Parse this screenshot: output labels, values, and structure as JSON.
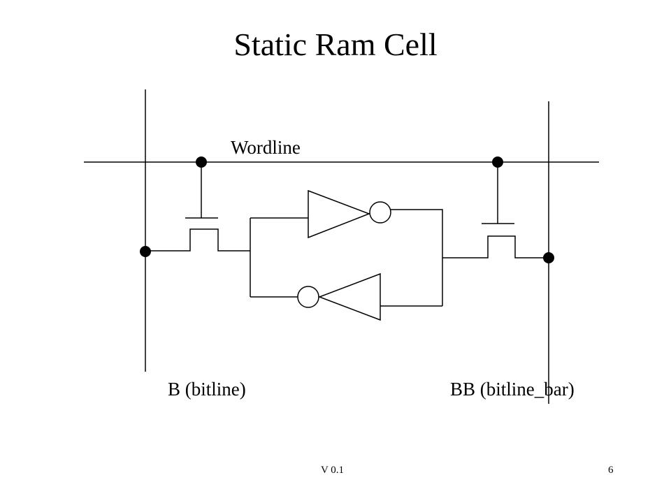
{
  "slide": {
    "title": "Static Ram Cell",
    "labels": {
      "wordline": "Wordline",
      "bitline": "B (bitline)",
      "bitline_bar": "BB (bitline_bar)"
    },
    "footer": {
      "version": "V 0.1",
      "page": "6"
    }
  },
  "colors": {
    "background": "#ffffff",
    "line": "#000000"
  }
}
